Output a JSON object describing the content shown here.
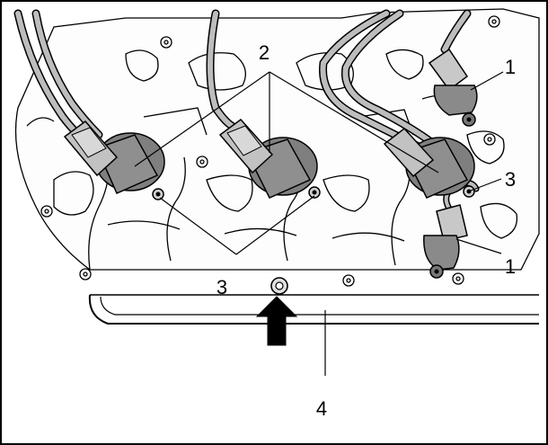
{
  "callouts": {
    "c1_top": "1",
    "c1_bottom": "1",
    "c2": "2",
    "c3_left": "3",
    "c3_right": "3",
    "c4": "4"
  },
  "colors": {
    "coil": "#8a8a8a",
    "coil_dark": "#5e5e5e",
    "connector": "#b5b5b5",
    "outline": "#000000",
    "engine_fill": "#ffffff",
    "frame": "#000000"
  }
}
